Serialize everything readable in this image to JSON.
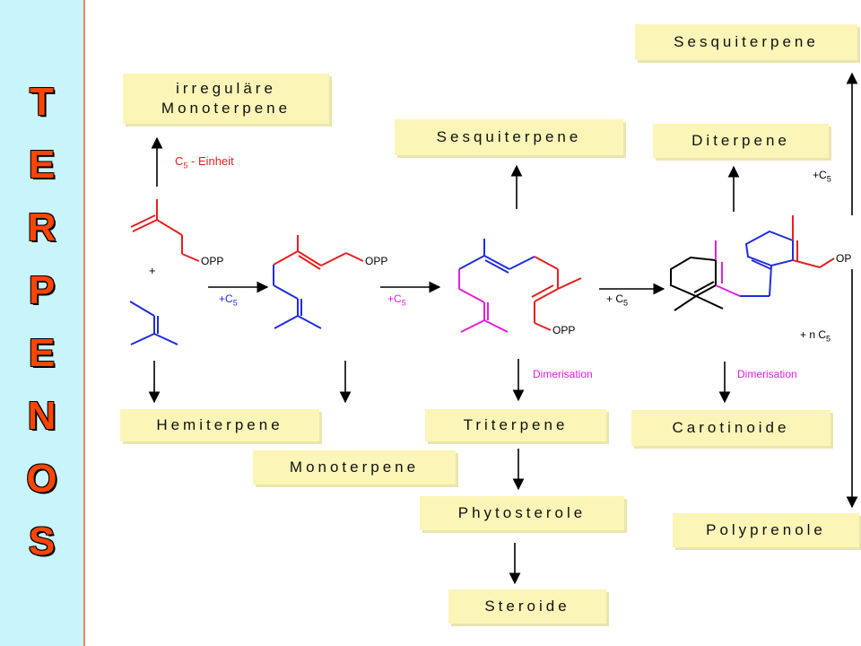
{
  "sidebar": {
    "letters": [
      "T",
      "E",
      "R",
      "P",
      "E",
      "N",
      "O",
      "S"
    ]
  },
  "boxes": {
    "irregular_line1": "irreguläre",
    "irregular_line2": "Monoterpene",
    "hemiterpene": "Hemiterpene",
    "monoterpene": "Monoterpene",
    "sesquiterpene_mid": "Sesquiterpene",
    "triterpene": "Triterpene",
    "phytosterole": "Phytosterole",
    "steroide": "Steroide",
    "sesquiterpene_top": "Sesquiterpene",
    "diterpene": "Diterpene",
    "carotinoide": "Carotinoide",
    "polyprenole": "Polyprenole"
  },
  "labels": {
    "c5_einheit_c": "C",
    "c5_einheit_sub": "5",
    "c5_einheit_rest": " - Einheit",
    "plus": "+",
    "add_c5_1_pre": "+C",
    "add_c5_1_sub": "5",
    "add_c5_2_pre": "+C",
    "add_c5_2_sub": "5",
    "add_c5_3_pre": "+ C",
    "add_c5_3_sub": "5",
    "add_c5_4_pre": "+C",
    "add_c5_4_sub": "5",
    "add_nc5_pre": "+ n C",
    "add_nc5_sub": "5",
    "dimerisation_1": "Dimerisation",
    "dimerisation_2": "Dimerisation",
    "opp_1": "OPP",
    "opp_2": "OPP",
    "opp_3": "OPP",
    "opp_4": "OP"
  },
  "colors": {
    "sidebar_bg": "#c8f4fb",
    "sidebar_letters": "#ff4500",
    "box_bg": "#fbf5b7",
    "red": "#e8201f",
    "blue": "#1f2de0",
    "magenta": "#e020e0"
  }
}
